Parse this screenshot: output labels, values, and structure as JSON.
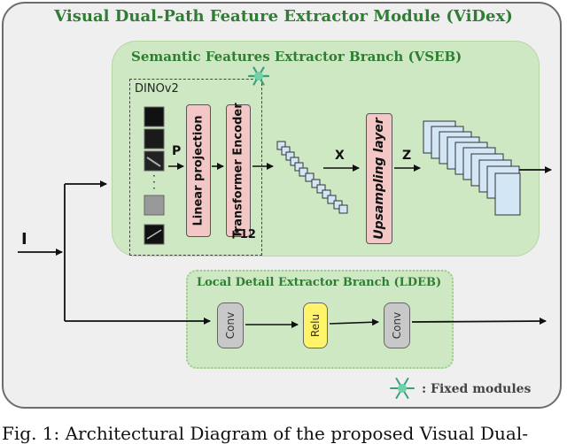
{
  "module_title": "Visual Dual-Path Feature Extractor Module (ViDex)",
  "vseb": {
    "title": "Semantic Features Extractor Branch (VSEB)",
    "dino_label": "DINOv2",
    "linear_projection": "Linear projection",
    "transformer_encoder": "Transformer Encoder",
    "repeat": "*12",
    "upsampling": "Upsampling layer",
    "p_label": "P",
    "x_label": "X",
    "z_label": "Z"
  },
  "ldeb": {
    "title": "Local Detail Extractor Branch (LDEB)",
    "conv1": "Conv",
    "relu": "Relu",
    "conv2": "Conv"
  },
  "input_label": "I",
  "legend": ": Fixed modules",
  "caption": "Fig. 1: Architectural Diagram of the proposed Visual Dual-",
  "colors": {
    "title_green": "#2e7d32",
    "branch_fill": "#cfe8c4",
    "pink_box": "#f4c7c7",
    "relu_yellow": "#fff36a",
    "conv_gray": "#c8c8c8",
    "patch_blue": "#d3e6f5"
  },
  "icons": {
    "fixed": "snowflake-icon"
  }
}
